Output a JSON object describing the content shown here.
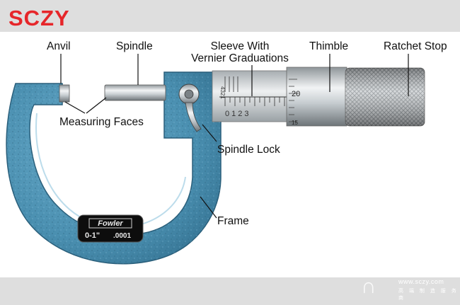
{
  "brand": {
    "logo_text": "SCZY"
  },
  "labels": {
    "anvil": "Anvil",
    "spindle": "Spindle",
    "sleeve_line1": "Sleeve With",
    "sleeve_line2": "Vernier Graduations",
    "thimble": "Thimble",
    "ratchet_stop": "Ratchet Stop",
    "measuring_faces": "Measuring Faces",
    "spindle_lock": "Spindle Lock",
    "frame": "Frame"
  },
  "plate": {
    "brand": "Fowler",
    "range": "0-1\"",
    "resolution": ".0001"
  },
  "sleeve_scale": {
    "vernier_digits": "4321",
    "main_digits": "0123"
  },
  "thimble_scale": {
    "mark_upper": "20",
    "mark_lower": "15"
  },
  "watermark": {
    "url": "www.sczy.com",
    "cn": "高 端 制 造 服 务 商"
  },
  "colors": {
    "brand_red": "#e6262a",
    "frame_blue": "#4f93b3",
    "band_gray": "#dedede"
  }
}
